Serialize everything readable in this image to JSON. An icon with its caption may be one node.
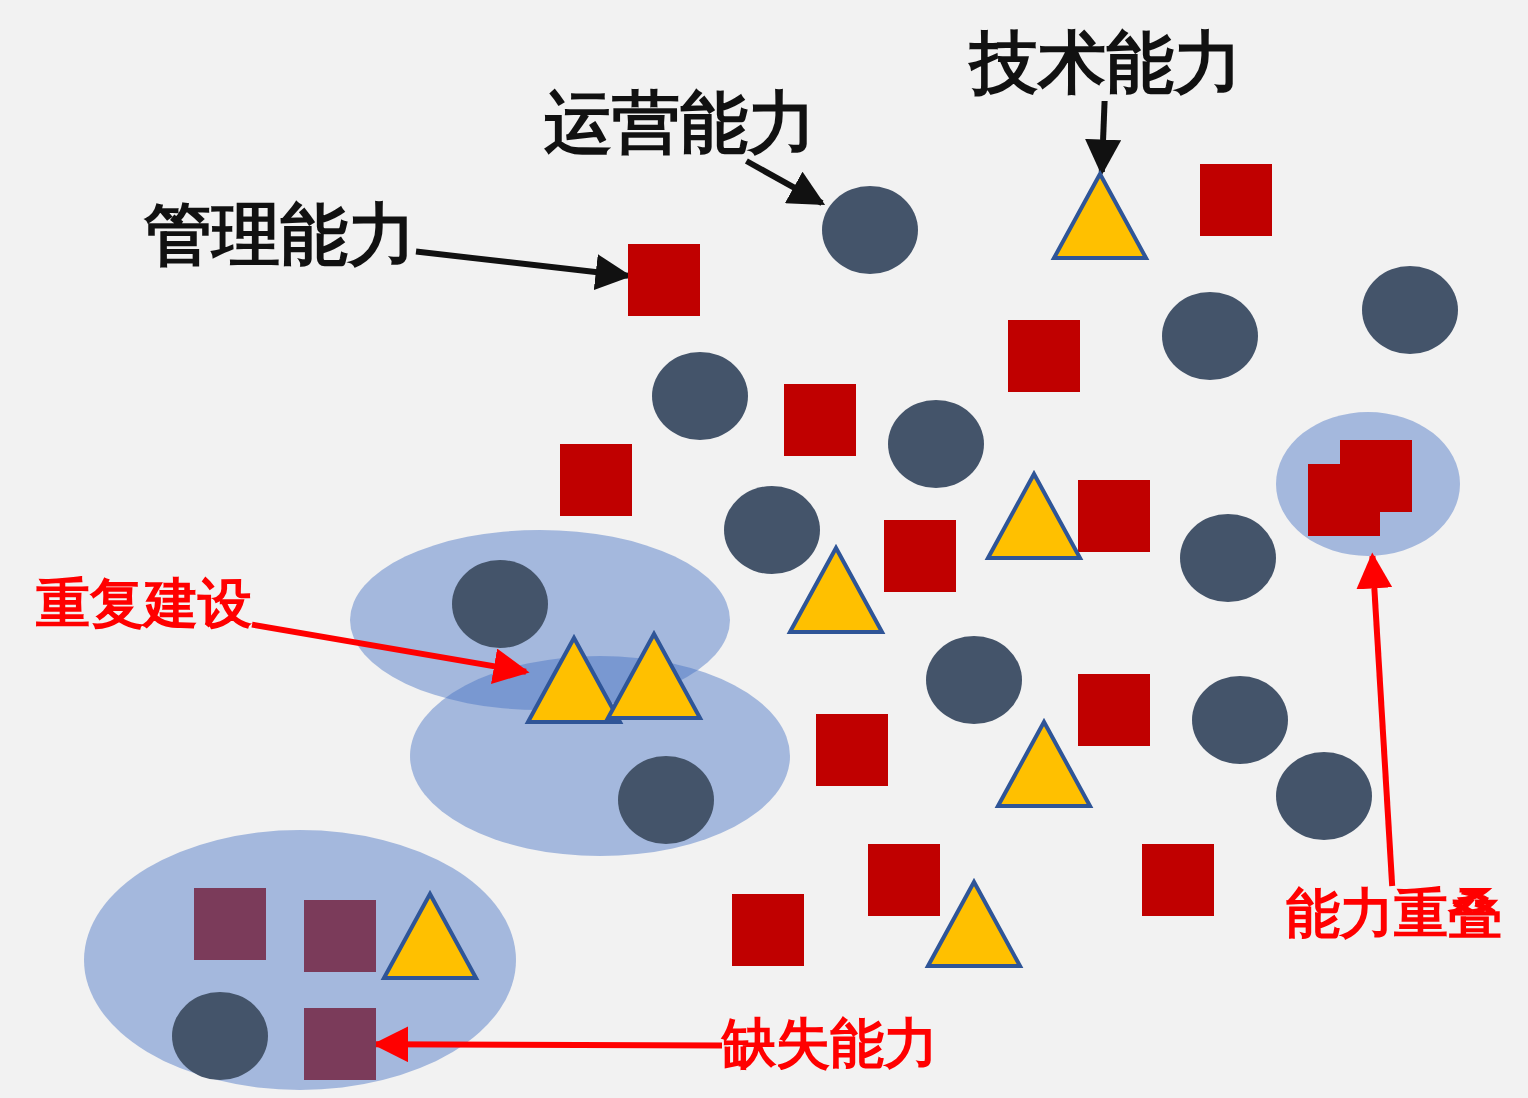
{
  "diagram": {
    "nodes": [
      {
        "text": [
          "技术能力"
        ]
      },
      {
        "text": [
          "运营能力"
        ]
      },
      {
        "text": [],
        "shape": "box"
      },
      {
        "text": [],
        "shape": "triangle"
      },
      {
        "text": [],
        "shape": "circle"
      },
      {
        "text": [
          "管理能力"
        ]
      },
      {
        "text": [],
        "shape": "box"
      },
      {
        "text": [],
        "shape": "circle"
      },
      {
        "text": [],
        "shape": "circle"
      },
      {
        "text": [],
        "shape": "box"
      },
      {
        "text": [],
        "shape": "circle"
      },
      {
        "text": [],
        "shape": "box"
      },
      {
        "text": [],
        "shape": "circle"
      },
      {
        "text": [],
        "shape": "box"
      },
      {
        "text": [],
        "shape": "ellipse"
      },
      {
        "text": [],
        "shape": "box",
        "in": 14
      },
      {
        "text": [],
        "shape": "box",
        "in": 14
      },
      {
        "text": [],
        "shape": "triangle"
      },
      {
        "text": [],
        "shape": "box"
      },
      {
        "text": [],
        "shape": "circle"
      },
      {
        "text": [],
        "shape": "box"
      },
      {
        "text": [],
        "shape": "circle"
      },
      {
        "text": [],
        "shape": "triangle"
      },
      {
        "text": [],
        "shape": "ellipse"
      },
      {
        "text": [],
        "shape": "circle",
        "in": 23
      },
      {
        "text": [
          "重复建设"
        ]
      },
      {
        "text": [],
        "shape": "triangle"
      },
      {
        "text": [],
        "shape": "triangle"
      },
      {
        "text": [],
        "shape": "circle"
      },
      {
        "text": [],
        "shape": "box"
      },
      {
        "text": [],
        "shape": "circle"
      },
      {
        "text": [],
        "shape": "box"
      },
      {
        "text": [],
        "shape": "ellipse"
      },
      {
        "text": [],
        "shape": "circle",
        "in": 32
      },
      {
        "text": [],
        "shape": "triangle"
      },
      {
        "text": [],
        "shape": "circle"
      },
      {
        "text": [],
        "shape": "box"
      },
      {
        "text": [],
        "shape": "box"
      },
      {
        "text": [
          "能力重叠"
        ]
      },
      {
        "text": [],
        "shape": "ellipse"
      },
      {
        "text": [],
        "shape": "box",
        "in": 39
      },
      {
        "text": [],
        "shape": "box",
        "in": 39
      },
      {
        "text": [],
        "shape": "triangle",
        "in": 39
      },
      {
        "text": [],
        "shape": "triangle"
      },
      {
        "text": [],
        "shape": "box"
      },
      {
        "text": [],
        "shape": "circle",
        "in": 39
      },
      {
        "text": [],
        "shape": "box",
        "in": 39
      },
      {
        "text": [
          "缺失能力"
        ]
      }
    ],
    "edges": [
      {
        "from": 5,
        "to": 6,
        "arrow": "to"
      },
      {
        "from": 1,
        "to": 4,
        "arrow": "to"
      },
      {
        "from": 0,
        "to": 3,
        "arrow": "to"
      },
      {
        "from": 25,
        "to": 26,
        "arrow": "to",
        "color": "#ff0000"
      },
      {
        "from": 38,
        "to": 14,
        "arrow": "to",
        "color": "#ff0000"
      },
      {
        "from": 47,
        "to": 46,
        "arrow": "to",
        "color": "#ff0000"
      }
    ]
  }
}
